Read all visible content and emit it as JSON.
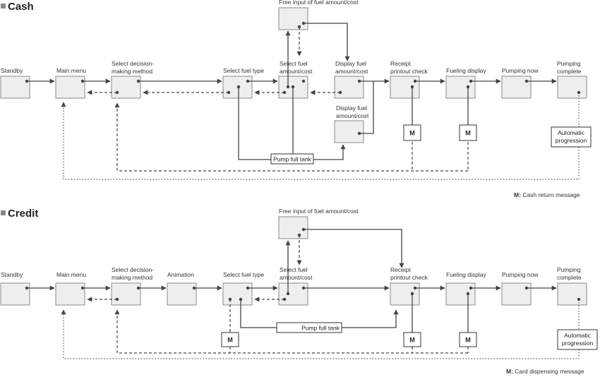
{
  "sections": {
    "cash": {
      "title": "Cash",
      "screens": {
        "standby": "Standby",
        "main_menu": "Main menu",
        "decision_1": "Select decision-",
        "decision_2": "making method",
        "fuel_type": "Select fuel type",
        "sel_amount_1": "Select fuel",
        "sel_amount_2": "amount/cost",
        "free_input": "Free input of fuel amount/cost",
        "disp_amount_1": "Display fuel",
        "disp_amount_2": "amount/cost",
        "disp_amount_b_1": "Display fuel",
        "disp_amount_b_2": "amount/cost",
        "receipt_1": "Receipt",
        "receipt_2": "printout check",
        "fueling": "Fueling display",
        "pumping": "Pumping now",
        "complete_1": "Pumping",
        "complete_2": "complete"
      },
      "tags": {
        "pump_full_tank": "Pump full tank",
        "m": "M",
        "auto_1": "Automatic",
        "auto_2": "progression"
      },
      "note": {
        "key": "M:",
        "text": " Cash return message"
      }
    },
    "credit": {
      "title": "Credit",
      "screens": {
        "standby": "Standby",
        "main_menu": "Main menu",
        "decision_1": "Select decision-",
        "decision_2": "making method",
        "animation": "Animation",
        "fuel_type": "Select fuel type",
        "sel_amount_1": "Select fuel",
        "sel_amount_2": "amount/cost",
        "free_input": "Free input of fuel amount/cost",
        "receipt_1": "Receipt",
        "receipt_2": "printout check",
        "fueling": "Fueling display",
        "pumping": "Pumping now",
        "complete_1": "Pumping",
        "complete_2": "complete"
      },
      "tags": {
        "pump_full_tank": "Pump full tank",
        "m": "M",
        "auto_1": "Automatic",
        "auto_2": "progression"
      },
      "note": {
        "key": "M:",
        "text": " Card dispensing message"
      }
    }
  }
}
